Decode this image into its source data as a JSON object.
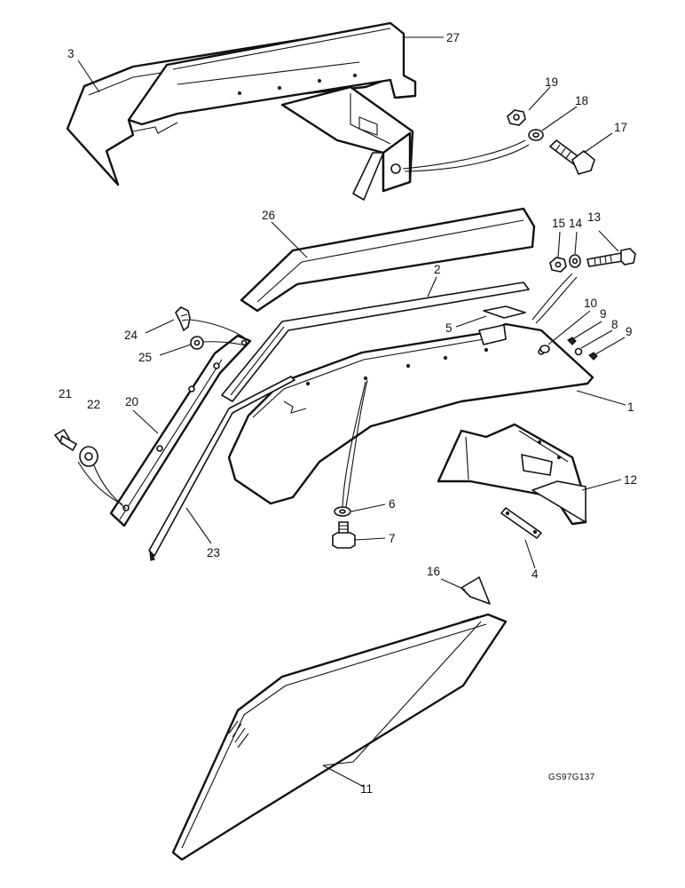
{
  "drawing": {
    "reference_code": "GS97G137",
    "callouts": [
      "3",
      "27",
      "19",
      "18",
      "17",
      "26",
      "15",
      "14",
      "13",
      "2",
      "5",
      "10",
      "9",
      "8",
      "9",
      "24",
      "25",
      "21",
      "22",
      "20",
      "1",
      "6",
      "7",
      "12",
      "23",
      "4",
      "16",
      "11"
    ]
  }
}
